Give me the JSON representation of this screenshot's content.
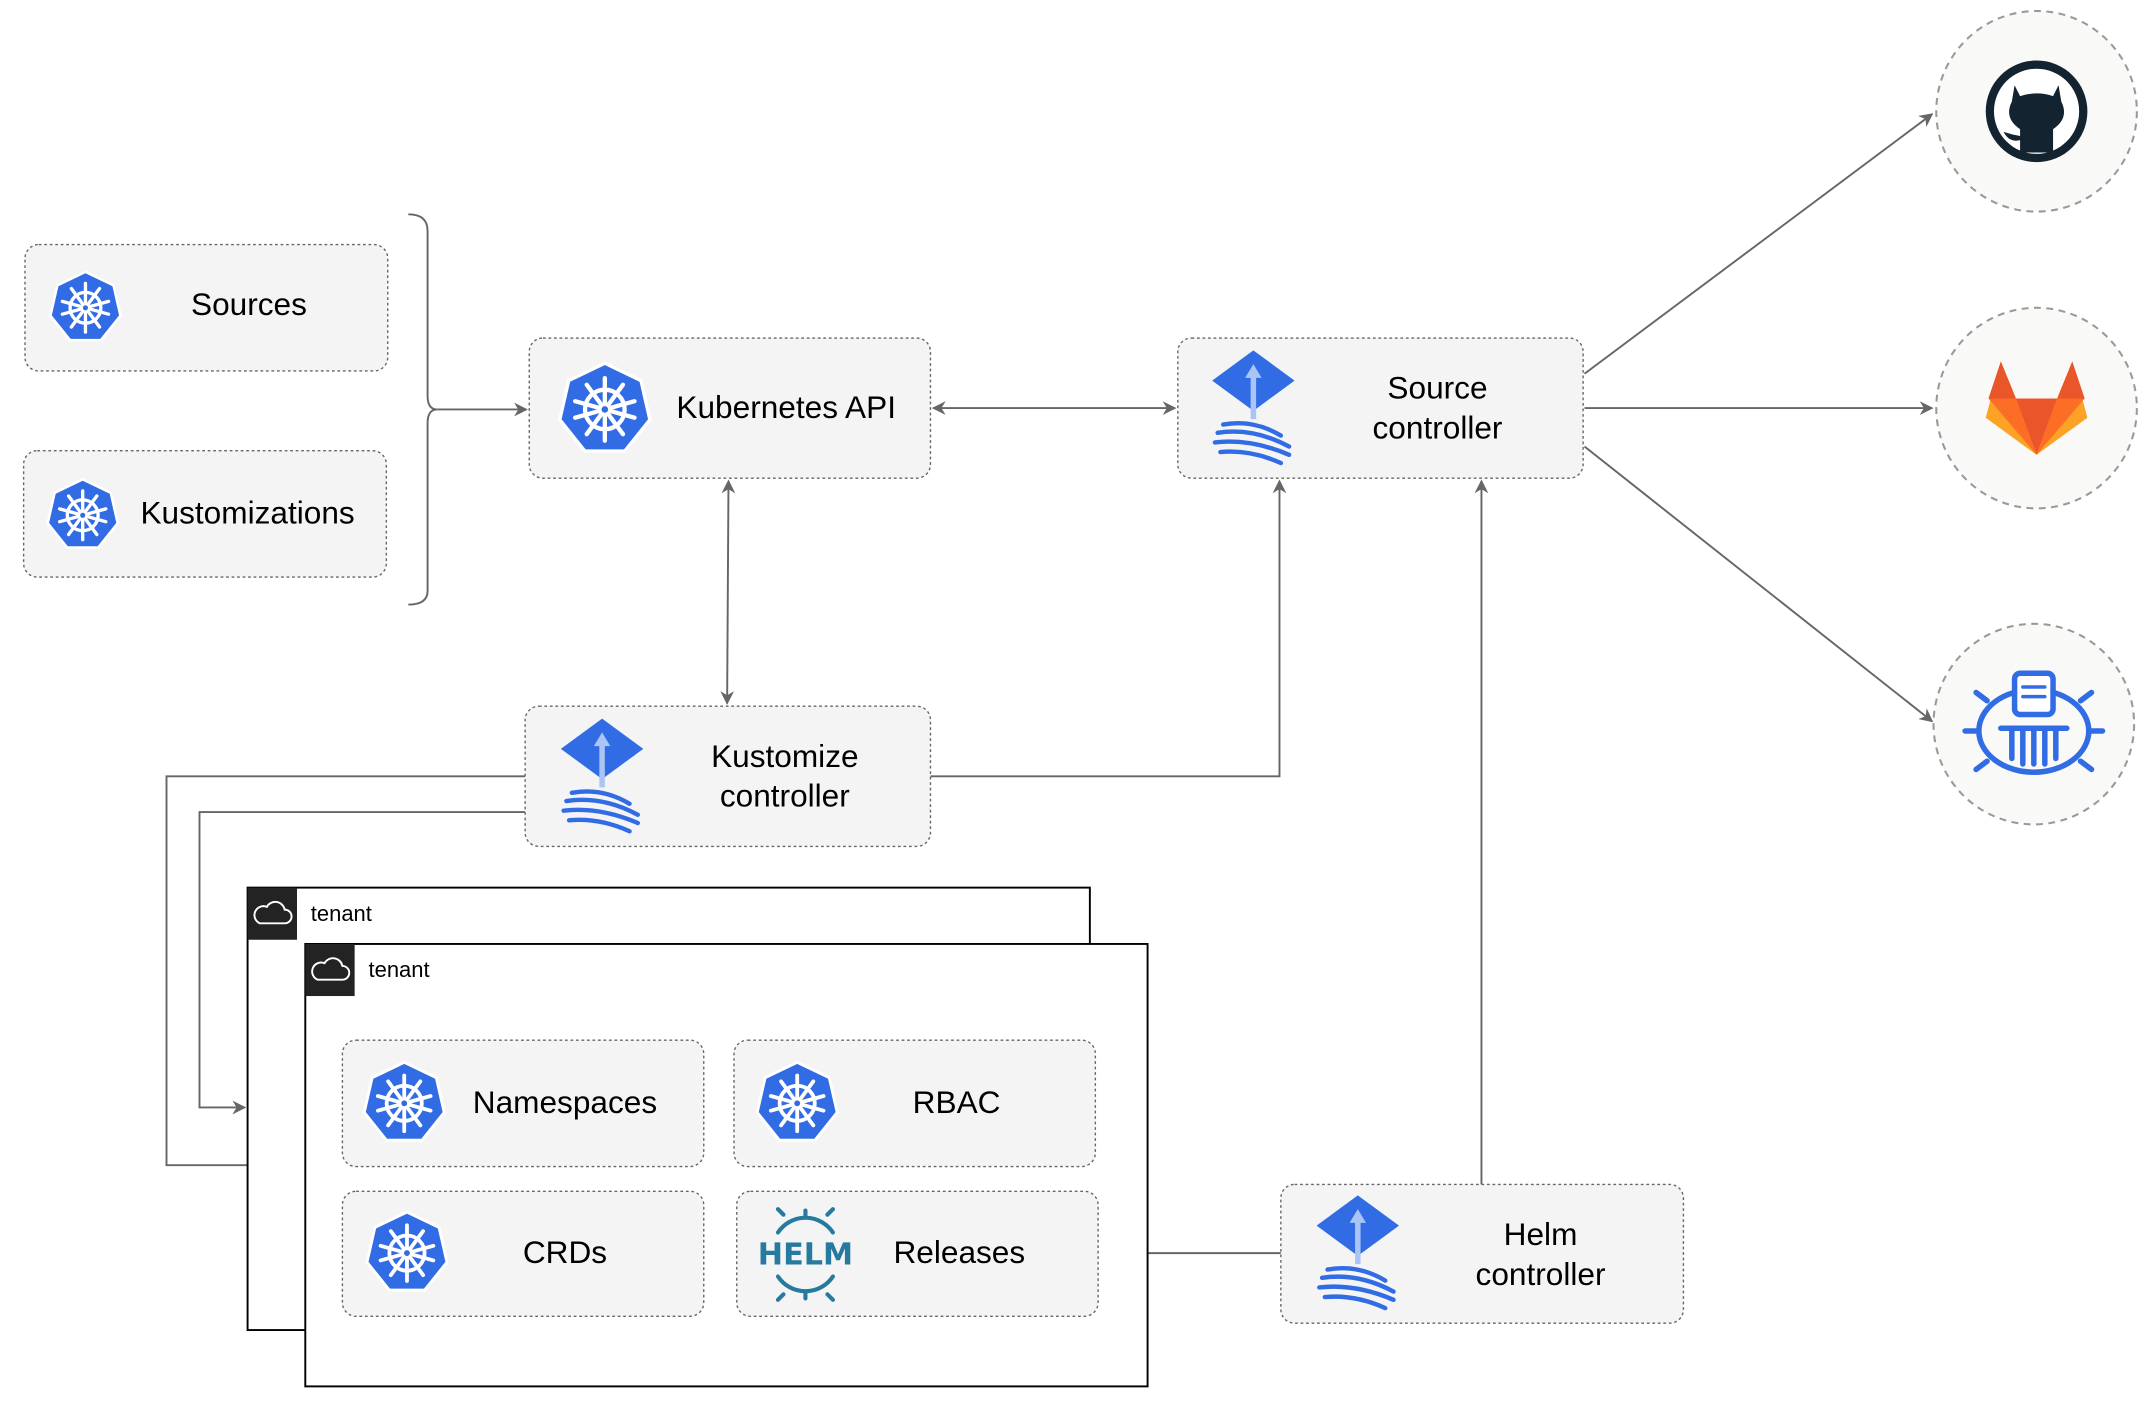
{
  "nodes": {
    "sources": "Sources",
    "kustomizations": "Kustomizations",
    "kubernetes_api": "Kubernetes API",
    "source_controller": [
      "Source",
      "controller"
    ],
    "kustomize_controller": [
      "Kustomize",
      "controller"
    ],
    "helm_controller": [
      "Helm",
      "controller"
    ],
    "namespaces": "Namespaces",
    "rbac": "RBAC",
    "crds": "CRDs",
    "releases": "Releases"
  },
  "tenants": [
    "tenant",
    "tenant"
  ],
  "helm_logo_text": "HELM",
  "external_sources": [
    "github-icon",
    "gitlab-icon",
    "bucket-icon"
  ],
  "colors": {
    "k8s_blue": "#326ce5",
    "edge": "#666666",
    "gitlab_orange": "#e8562a",
    "github_dark": "#13232f"
  }
}
